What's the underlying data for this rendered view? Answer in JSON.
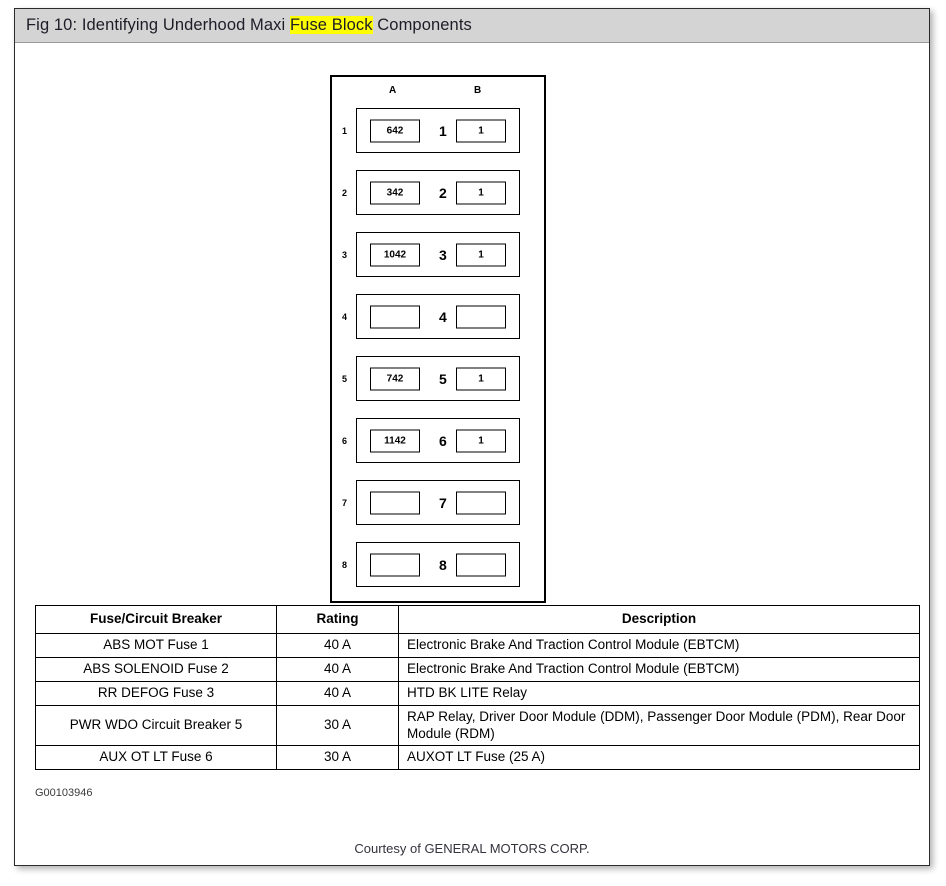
{
  "title": {
    "prefix": "Fig 10: Identifying Underhood Maxi ",
    "highlight": "Fuse Block",
    "suffix": " Components"
  },
  "diagram": {
    "column_headers": {
      "a": "A",
      "b": "B"
    },
    "rows": [
      {
        "index": "1",
        "slot_a": "642",
        "center": "1",
        "slot_b": "1"
      },
      {
        "index": "2",
        "slot_a": "342",
        "center": "2",
        "slot_b": "1"
      },
      {
        "index": "3",
        "slot_a": "1042",
        "center": "3",
        "slot_b": "1"
      },
      {
        "index": "4",
        "slot_a": "",
        "center": "4",
        "slot_b": ""
      },
      {
        "index": "5",
        "slot_a": "742",
        "center": "5",
        "slot_b": "1"
      },
      {
        "index": "6",
        "slot_a": "1142",
        "center": "6",
        "slot_b": "1"
      },
      {
        "index": "7",
        "slot_a": "",
        "center": "7",
        "slot_b": ""
      },
      {
        "index": "8",
        "slot_a": "",
        "center": "8",
        "slot_b": ""
      }
    ]
  },
  "table": {
    "headers": {
      "name": "Fuse/Circuit Breaker",
      "rating": "Rating",
      "description": "Description"
    },
    "rows": [
      {
        "name": "ABS MOT Fuse 1",
        "rating": "40 A",
        "description": "Electronic Brake And Traction Control Module (EBTCM)"
      },
      {
        "name": "ABS SOLENOID Fuse 2",
        "rating": "40 A",
        "description": "Electronic Brake And Traction Control Module (EBTCM)"
      },
      {
        "name": "RR DEFOG Fuse 3",
        "rating": "40 A",
        "description": "HTD BK LITE Relay"
      },
      {
        "name": "PWR WDO Circuit Breaker 5",
        "rating": "30 A",
        "description": "RAP Relay, Driver Door Module (DDM), Passenger Door Module (PDM), Rear Door Module (RDM)"
      },
      {
        "name": "AUX OT LT Fuse 6",
        "rating": "30 A",
        "description": "AUXOT LT Fuse (25 A)"
      }
    ]
  },
  "figure_id": "G00103946",
  "courtesy": "Courtesy of GENERAL MOTORS CORP.",
  "colors": {
    "title_bar": "#d4d4d4",
    "highlight": "#ffff00",
    "ink": "#000000"
  }
}
